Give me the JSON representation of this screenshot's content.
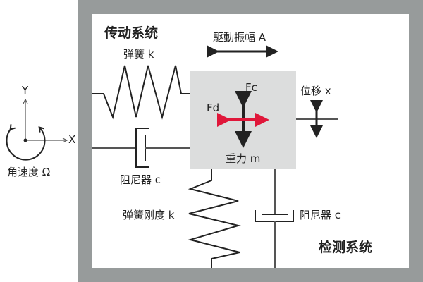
{
  "diagram": {
    "title_drive": "传动系统",
    "title_detect": "检测系统",
    "labels": {
      "drive_amplitude": "駆動振幅 A",
      "spring_top": "弹簧 k",
      "damper_left": "阻尼器 c",
      "mass": "重力 m",
      "force_c": "Fc",
      "force_d": "Fd",
      "displacement": "位移 x",
      "spring_stiffness": "弹簧刚度 k",
      "damper_bottom": "阻尼器 c",
      "angular_velocity": "角速度 Ω",
      "axis_x": "X",
      "axis_y": "Y"
    },
    "colors": {
      "frame": "#979b9b",
      "mass_fill": "#dcdddd",
      "line": "#222222",
      "force_d_arrow": "#e0173a",
      "axis": "#777777"
    }
  }
}
